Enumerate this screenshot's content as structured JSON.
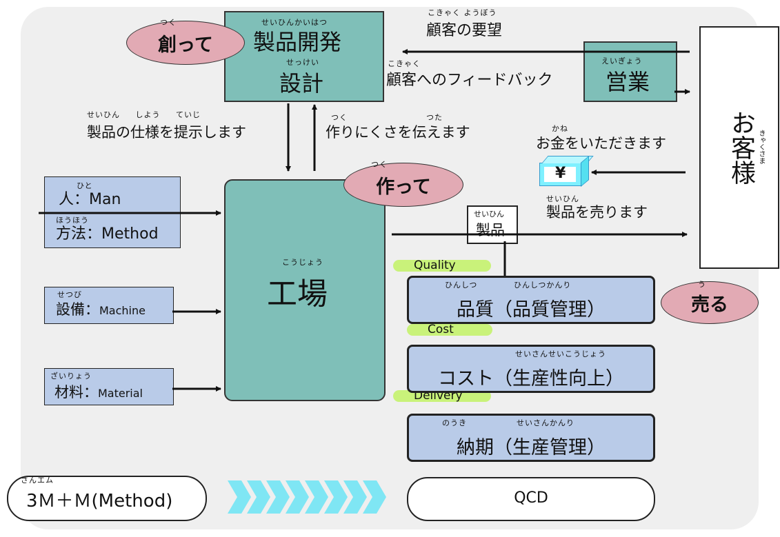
{
  "product_dev": {
    "title": "製品開発",
    "title_ruby": "せいひんかいはつ",
    "sub": "設計",
    "sub_ruby": "せっけい"
  },
  "bubbles": {
    "create": "創って",
    "create_ruby": "つく",
    "make": "作って",
    "make_ruby": "つく",
    "sell": "売る",
    "sell_ruby": "う"
  },
  "customer_request": {
    "text": "顧客の要望",
    "ruby": "こきゃく ようぼう"
  },
  "customer_feedback": {
    "text": "顧客へのフィードバック",
    "ruby": "こきゃく"
  },
  "sales": {
    "text": "営業",
    "ruby": "えいぎょう"
  },
  "customer": {
    "text": "お客様",
    "ruby": "きゃくさま"
  },
  "spec_text": {
    "text": "製品の仕様を提示します",
    "ruby": "せいひん しよう ていじ"
  },
  "difficulty_text": {
    "text": "作りにくさを伝えます",
    "ruby1": "つく",
    "ruby2": "つた"
  },
  "money_text": {
    "text": "お金をいただきます",
    "ruby": "かね"
  },
  "yen_symbol": "¥",
  "sell_text": {
    "text": "製品を売ります",
    "ruby": "せいひん"
  },
  "product_label": {
    "text": "製品",
    "ruby": "せいひん"
  },
  "factory": {
    "text": "工場",
    "ruby": "こうじょう"
  },
  "inputs": {
    "man": {
      "kanji": "人",
      "latin": "Man",
      "ruby": "ひと"
    },
    "method": {
      "kanji": "方法",
      "latin": "Method",
      "ruby": "ほうほう"
    },
    "machine": {
      "kanji": "設備",
      "latin": "Machine",
      "ruby": "せつび"
    },
    "material": {
      "kanji": "材料",
      "latin": "Material",
      "ruby": "ざいりょう"
    },
    "colon": "："
  },
  "qcd_labels": {
    "quality": "Quality",
    "cost": "Cost",
    "delivery": "Delivery"
  },
  "qcd_boxes": {
    "quality": {
      "text": "品質（品質管理）",
      "ruby1": "ひんしつ",
      "ruby2": "ひんしつかんり"
    },
    "cost": {
      "text": "コスト（生産性向上）",
      "ruby": "せいさんせいこうじょう"
    },
    "delivery": {
      "text": "納期（生産管理）",
      "ruby1": "のうき",
      "ruby2": "せいさんかんり"
    }
  },
  "bottom": {
    "left": "3Ｍ＋Ｍ(Method)",
    "left_ruby": "さんエム",
    "right": "QCD"
  },
  "colors": {
    "teal": "#7fbfb8",
    "blue": "#b9cbe8",
    "pink": "#e2aab4",
    "green": "#c9f27a",
    "cyan": "#7ff0ff"
  }
}
